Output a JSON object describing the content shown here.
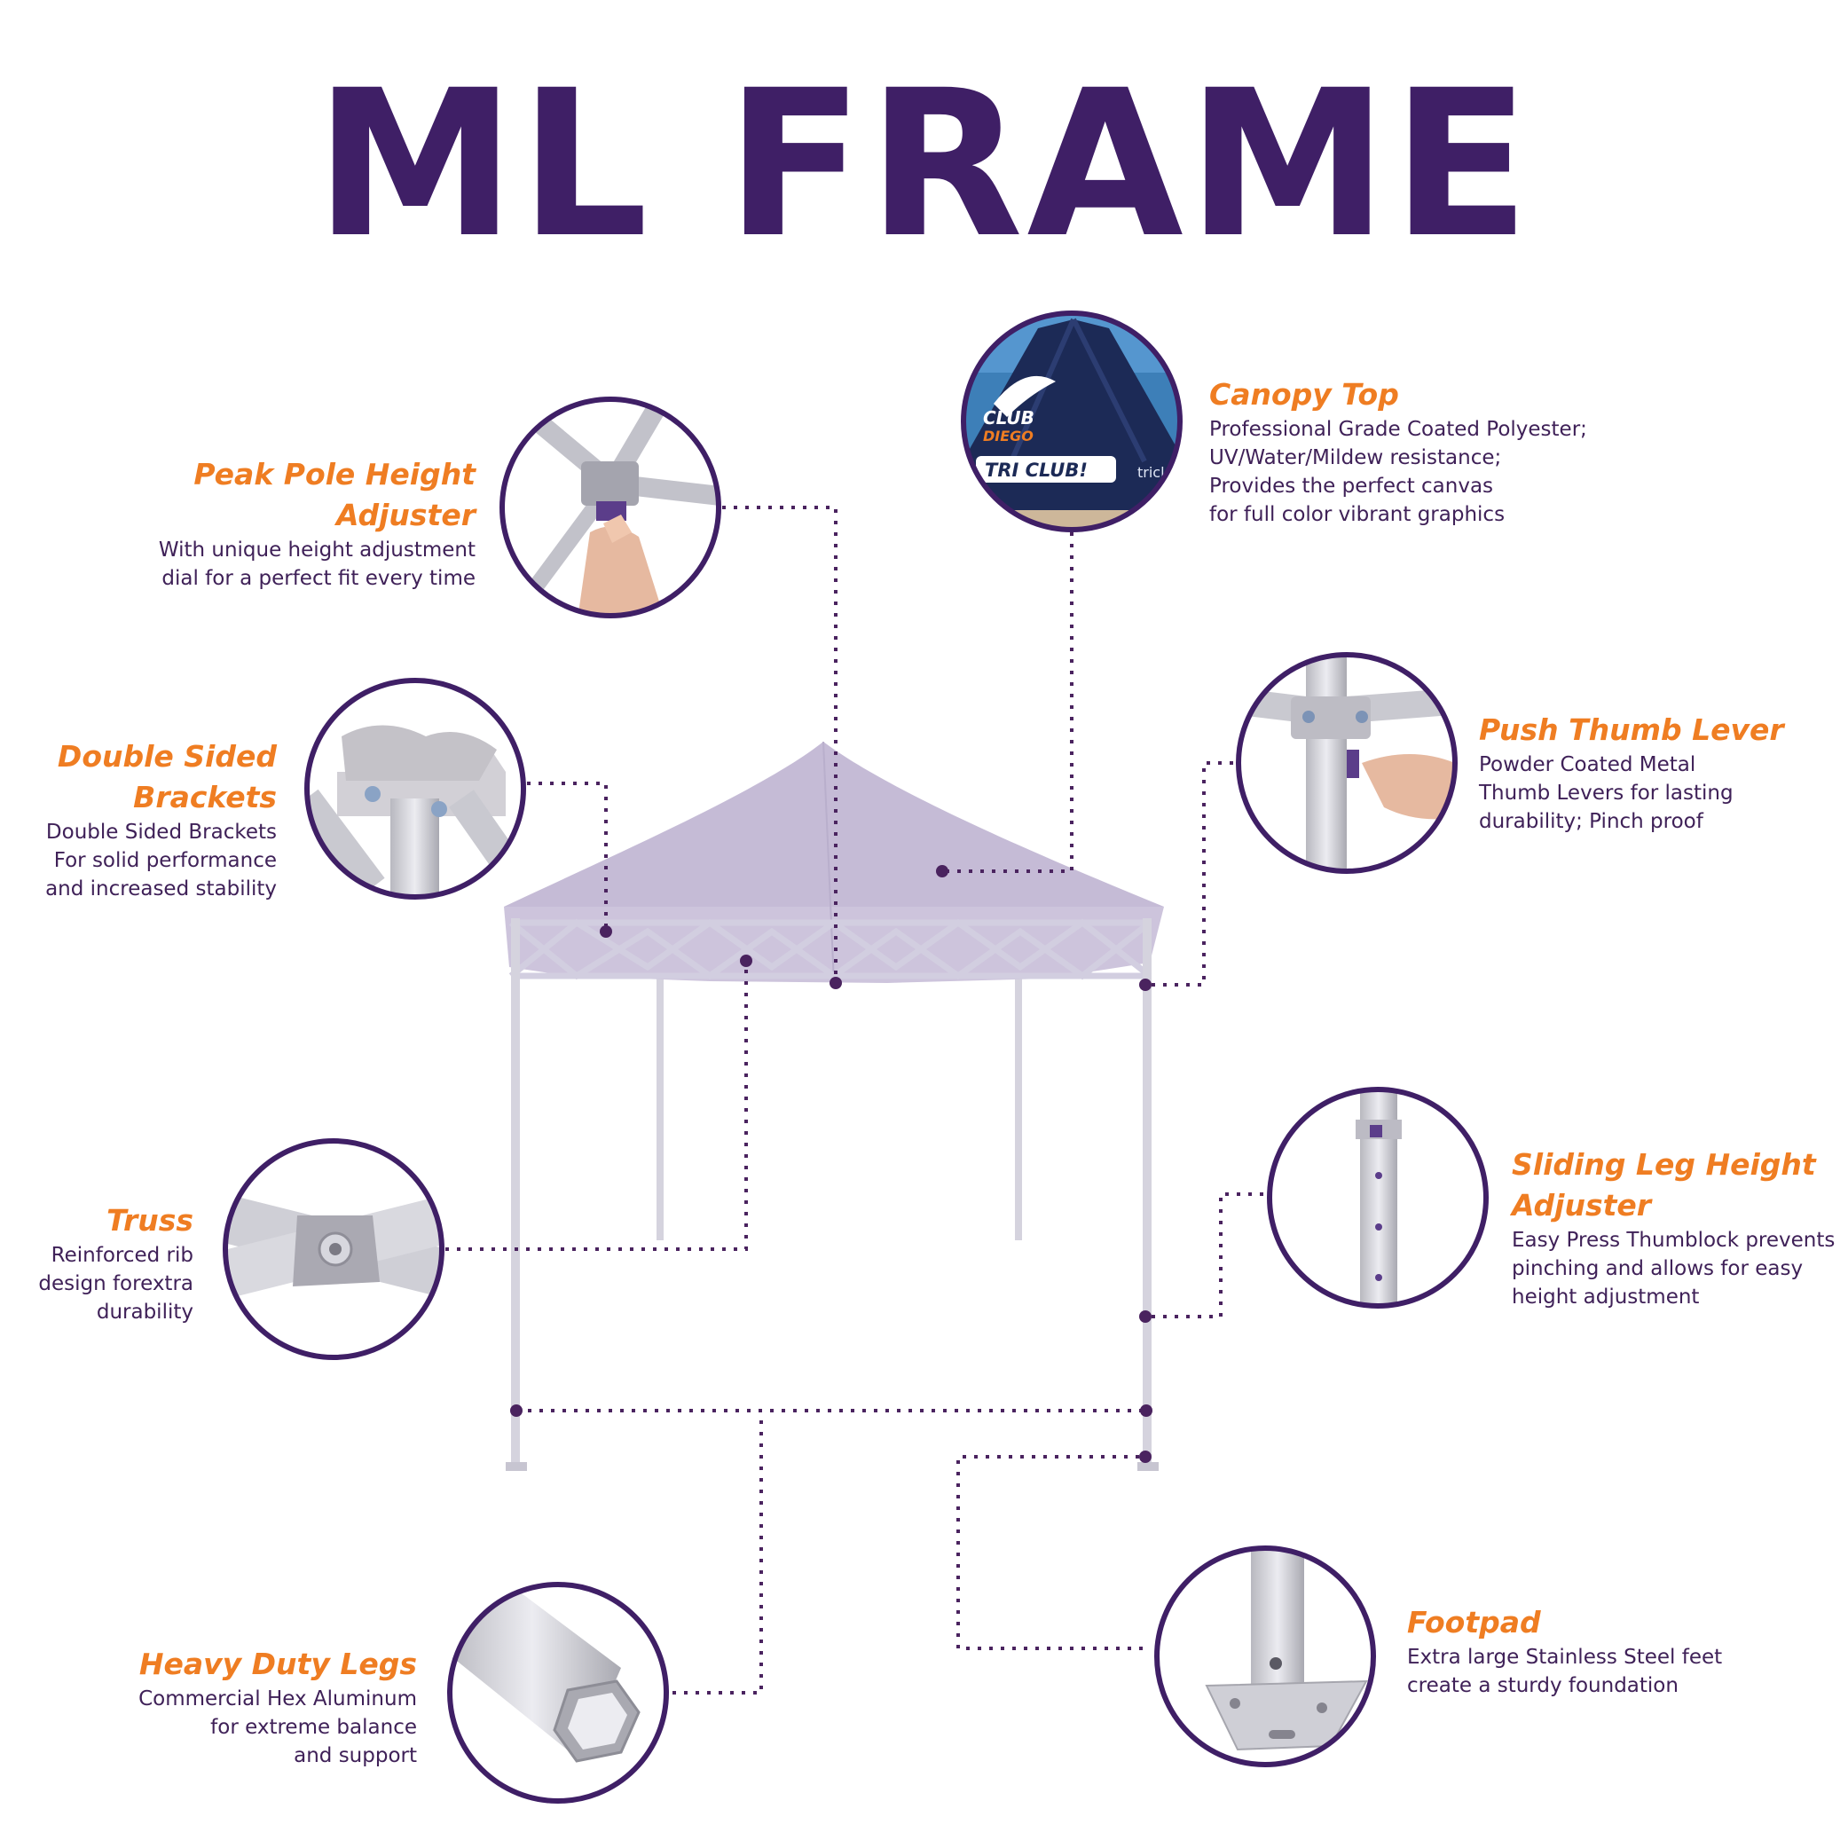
{
  "title": "ML FRAME",
  "colors": {
    "title": "#3f1f66",
    "feature_name": "#ef7d22",
    "description": "#3f2158",
    "canopy": "#c9bfd8",
    "frame": "#cdcbd6",
    "leader_line": "#4a235f"
  },
  "canopy_top": {
    "name": "Canopy Top",
    "description": "Professional Grade Coated Polyester;\nUV/Water/Mildew resistance;\nProvides the perfect canvas\nfor full color vibrant graphics",
    "photo_text": [
      "CLUB",
      "DIEGO",
      "TRI CLUB!",
      "tricl"
    ]
  },
  "peak_pole": {
    "name": "Peak Pole Height Adjuster",
    "description": "With unique height adjustment\ndial for a perfect fit every time"
  },
  "double_sided": {
    "name": "Double Sided\nBrackets",
    "description": "Double Sided Brackets\nFor solid performance\nand increased stability"
  },
  "push_thumb": {
    "name": "Push Thumb Lever",
    "description": "Powder Coated Metal\nThumb Levers for lasting\ndurability; Pinch proof"
  },
  "truss": {
    "name": "Truss",
    "description": "Reinforced rib\ndesign forextra\ndurability"
  },
  "sliding_leg": {
    "name": "Sliding Leg Height\nAdjuster",
    "description": "Easy Press Thumblock prevents\npinching and allows for easy\nheight adjustment"
  },
  "heavy_duty": {
    "name": "Heavy Duty Legs",
    "description": "Commercial Hex Aluminum\nfor  extreme balance\nand support"
  },
  "footpad": {
    "name": "Footpad",
    "description": "Extra large Stainless Steel feet\ncreate a sturdy foundation"
  }
}
